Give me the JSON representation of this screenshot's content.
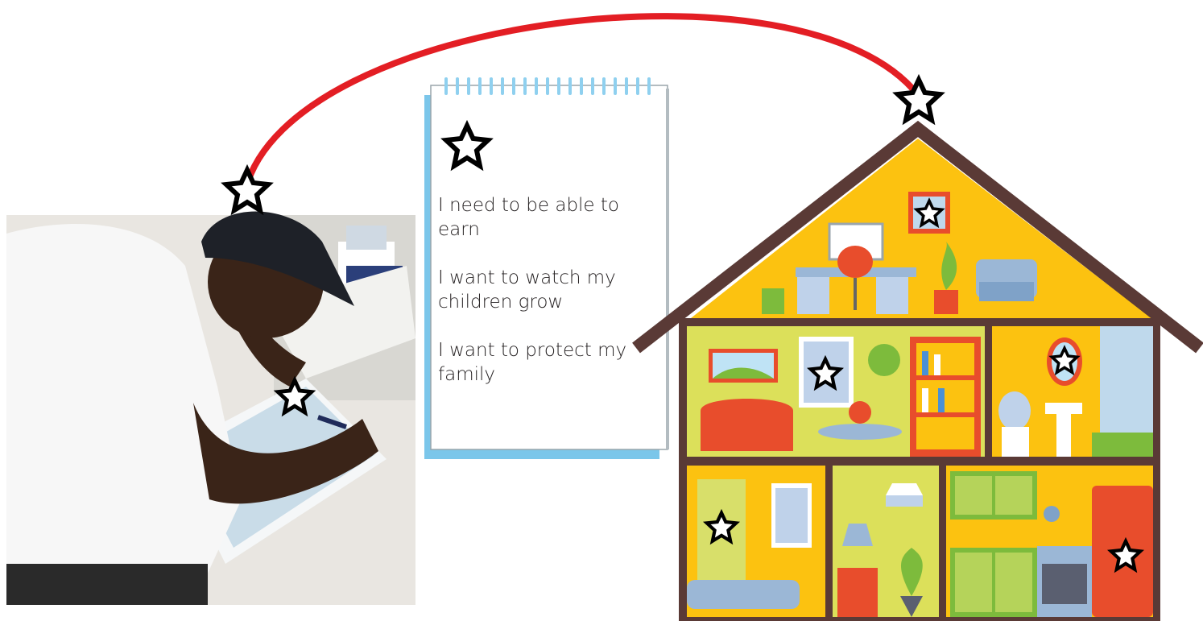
{
  "notepad": {
    "lines": [
      "I need to be able to earn",
      "I want to watch my children grow",
      "I want to protect my family"
    ]
  },
  "colors": {
    "arc": "#e31e24",
    "house_frame": "#5a3a36",
    "wall_yellow": "#fcc210",
    "wall_lime": "#dce05a",
    "notepad_accent": "#7bc6ea"
  },
  "icons": [
    "star-icon"
  ]
}
